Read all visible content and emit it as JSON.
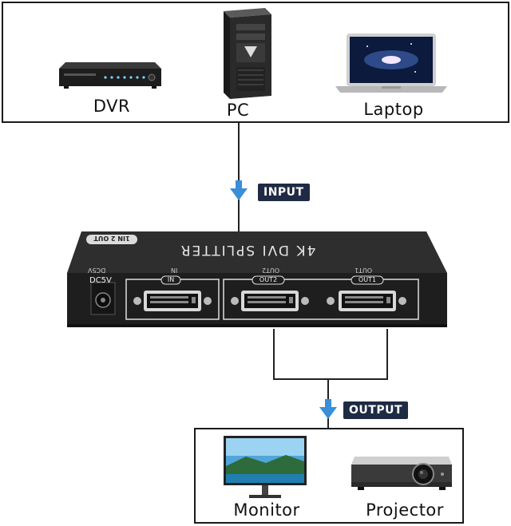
{
  "sources": {
    "items": [
      {
        "label": "DVR",
        "icon": "dvr-icon"
      },
      {
        "label": "PC",
        "icon": "pc-tower-icon"
      },
      {
        "label": "Laptop",
        "icon": "laptop-icon"
      }
    ]
  },
  "input_tag": "INPUT",
  "output_tag": "OUTPUT",
  "splitter": {
    "title": "4K DVI SPLITTER",
    "model_badge": "1IN 2 OUT",
    "front_top_labels": [
      "DC5V",
      "IN",
      "OUT2",
      "OUT1"
    ],
    "port_labels": {
      "power": "DC5V",
      "in": "IN",
      "out2": "OUT2",
      "out1": "OUT1"
    }
  },
  "outputs": {
    "items": [
      {
        "label": "Monitor",
        "icon": "monitor-icon"
      },
      {
        "label": "Projector",
        "icon": "projector-icon"
      }
    ]
  },
  "colors": {
    "tag_bg": "#1f2a44",
    "arrow": "#3b8fd6",
    "device_body": "#2b2b2b"
  }
}
